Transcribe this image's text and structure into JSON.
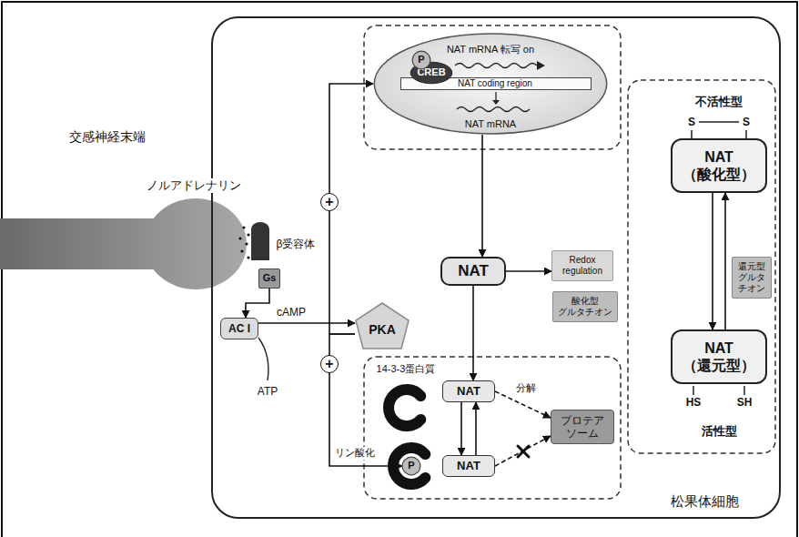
{
  "diagram": {
    "nodes": [
      {
        "text": [
          "松果体細胞"
        ]
      },
      {
        "text": [
          "NAT mRNA 転写 on",
          "NAT mRNA"
        ],
        "in": 0
      },
      {
        "text": [
          "P"
        ],
        "in": 1
      },
      {
        "text": [
          "CREB"
        ],
        "in": 1
      },
      {
        "text": [
          "NAT coding region"
        ],
        "in": 1
      },
      {
        "text": [
          "Gs"
        ],
        "in": 0
      },
      {
        "text": [
          "AC I"
        ],
        "in": 0
      },
      {
        "text": [
          "PKA"
        ],
        "in": 0
      },
      {
        "text": [
          "NAT"
        ],
        "in": 0
      },
      {
        "text": [
          "NAT"
        ],
        "in": 0
      },
      {
        "text": [
          "プロテア ソーム"
        ],
        "in": 0
      },
      {
        "text": [
          "NAT"
        ],
        "in": 0
      },
      {
        "text": [
          "P"
        ],
        "in": 0
      },
      {
        "text": [
          "NAT （酸化型）"
        ],
        "in": 0
      },
      {
        "text": [
          "Redox regulation"
        ],
        "in": 0
      },
      {
        "text": [
          "還元型 グルタ チオン"
        ],
        "in": 0
      },
      {
        "text": [
          "酸化型 グルタチオン"
        ],
        "in": 0
      },
      {
        "text": [
          "NAT （還元型）"
        ],
        "in": 0
      }
    ],
    "edges": [
      {
        "from": 1,
        "to": 8,
        "arrow": "to"
      },
      {
        "from": 5,
        "to": 6,
        "arrow": "to"
      },
      {
        "from": 6,
        "to": 7,
        "label": "cAMP",
        "arrow": "to"
      },
      {
        "from": 7,
        "to": 1,
        "arrow": "to"
      },
      {
        "from": 7,
        "to": 12,
        "label": "リン酸化",
        "arrow": "to"
      },
      {
        "from": 8,
        "to": 9,
        "arrow": "to"
      },
      {
        "from": 8,
        "to": 14,
        "arrow": "to"
      },
      {
        "from": 9,
        "to": 10,
        "label": "分解",
        "arrow": "to"
      },
      {
        "from": 9,
        "to": 11,
        "arrow": "to"
      },
      {
        "from": 11,
        "to": 9,
        "arrow": "to"
      },
      {
        "from": 11,
        "to": 10,
        "arrow": "to"
      },
      {
        "from": 13,
        "to": 17,
        "arrow": "to"
      },
      {
        "from": 17,
        "to": 13,
        "arrow": "to"
      }
    ],
    "labels": [
      "交感神経末端",
      "ノルアドレナリン",
      "β受容体",
      "ATP",
      "+",
      "+",
      "14-3-3蛋白質",
      "不活性型",
      "S",
      "S",
      "HS",
      "SH",
      "活性型"
    ]
  }
}
